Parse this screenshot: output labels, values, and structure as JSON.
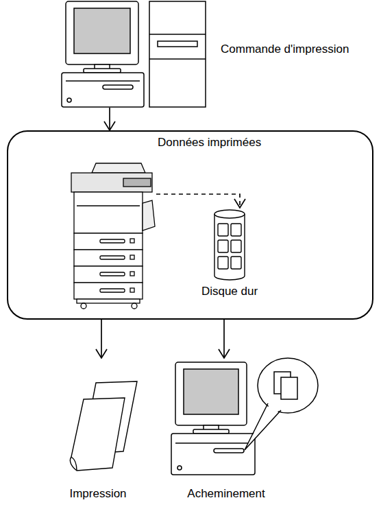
{
  "diagram": {
    "nodes": [
      {
        "text": [
          "Commande d'impression"
        ]
      },
      {
        "text": []
      },
      {
        "text": [
          "Données imprimées"
        ],
        "in": 1
      },
      {
        "text": [
          "Disque dur"
        ],
        "in": 1
      },
      {
        "text": [
          "Impression"
        ]
      },
      {
        "text": [
          "Acheminement"
        ]
      }
    ],
    "edges": [
      {
        "from": 0,
        "to": 1,
        "arrow": "to"
      },
      {
        "from": 2,
        "to": 3,
        "arrow": "to"
      },
      {
        "from": 1,
        "to": 4,
        "arrow": "to"
      },
      {
        "from": 1,
        "to": 5,
        "arrow": "to"
      }
    ]
  }
}
